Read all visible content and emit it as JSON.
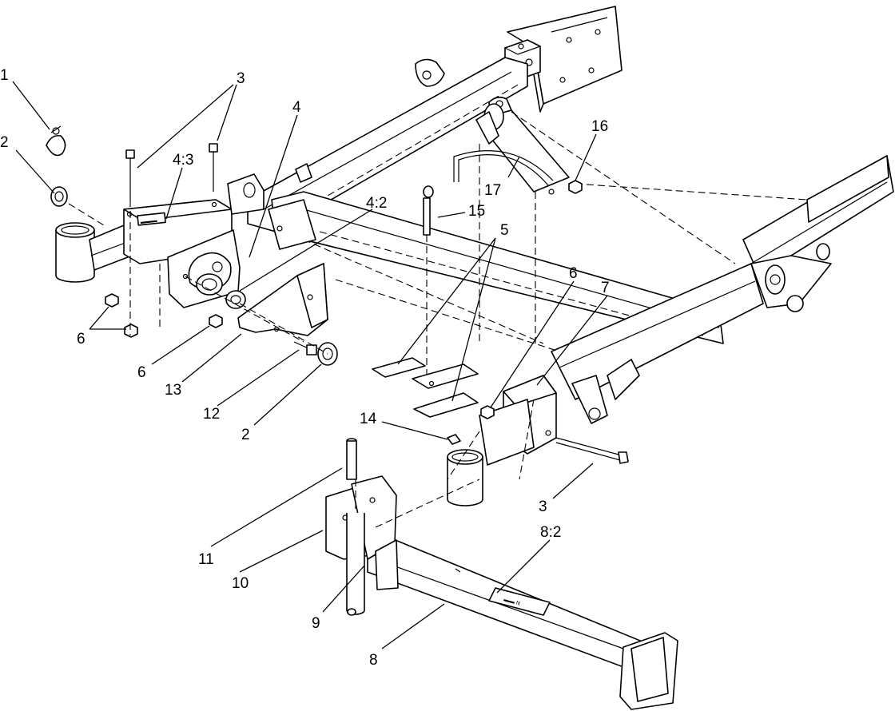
{
  "diagram": {
    "callouts": {
      "c1": "1",
      "c2a": "2",
      "c3a": "3",
      "c43": "4:3",
      "c4": "4",
      "c42": "4:2",
      "c16": "16",
      "c17": "17",
      "c15": "15",
      "c5": "5",
      "c6a": "6",
      "c7": "7",
      "c6b": "6",
      "c6c": "6",
      "c13": "13",
      "c12": "12",
      "c2b": "2",
      "c14": "14",
      "c3b": "3",
      "c82": "8:2",
      "c11": "11",
      "c10": "10",
      "c9": "9",
      "c8": "8"
    }
  }
}
